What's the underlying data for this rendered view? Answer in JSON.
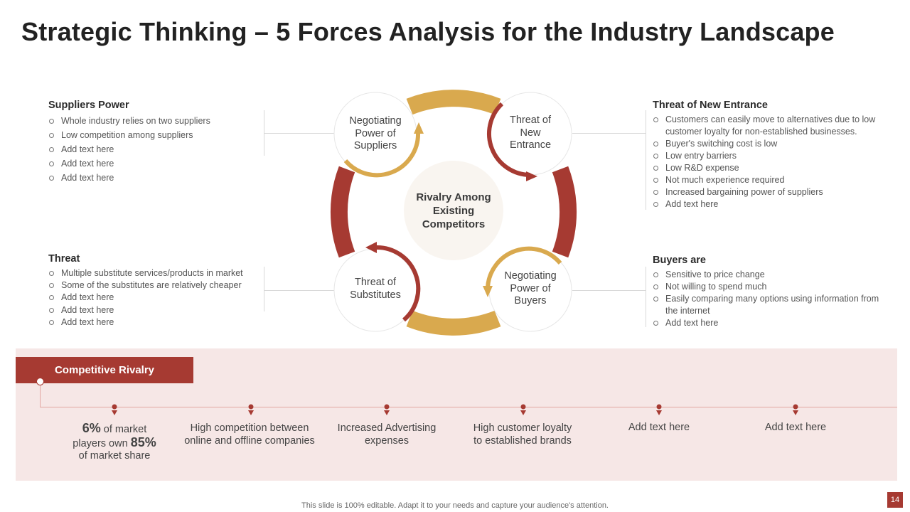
{
  "title": "Strategic Thinking – 5 Forces Analysis for the Industry Landscape",
  "colors": {
    "dark_red": "#a63a32",
    "gold": "#d9a94e",
    "light_pink": "#f6e7e6"
  },
  "suppliers": {
    "heading": "Suppliers Power",
    "items": [
      "Whole industry relies on two suppliers",
      "Low competition among suppliers",
      "Add text here",
      "Add text here",
      "Add text here"
    ]
  },
  "substitutes": {
    "heading": "Threat",
    "items": [
      "Multiple substitute services/products in market",
      "Some of the substitutes are relatively cheaper",
      "Add text here",
      "Add text here",
      "Add text here"
    ]
  },
  "new_entrance": {
    "heading": "Threat of New Entrance",
    "items": [
      "Customers can easily move to alternatives due to low customer loyalty for non-established businesses.",
      "Buyer's switching cost is low",
      "Low entry barriers",
      "Low R&D expense",
      "Not much experience required",
      "Increased bargaining power of suppliers",
      "Add text here"
    ]
  },
  "buyers": {
    "heading": "Buyers are",
    "items": [
      "Sensitive to price change",
      "Not willing to spend much",
      "Easily comparing many options using information from the internet",
      "Add text here"
    ]
  },
  "wheel": {
    "center": "Rivalry Among Existing Competitors",
    "nodes": {
      "suppliers": "Negotiating Power of Suppliers",
      "new_entrance": "Threat of New Entrance",
      "substitutes": "Threat of Substitutes",
      "buyers": "Negotiating Power of Buyers"
    }
  },
  "rivalry": {
    "tag": "Competitive Rivalry",
    "step1": {
      "pct1": "6%",
      "t1": " of market",
      "t2": "players own ",
      "pct2": "85%",
      "t3": "of market share"
    },
    "steps": [
      "High competition between online and offline companies",
      "Increased Advertising expenses",
      "High customer loyalty to established brands",
      "Add text here",
      "Add text here"
    ]
  },
  "footer": "This slide is 100% editable. Adapt it to your needs and capture your audience's attention.",
  "page_number": "14"
}
